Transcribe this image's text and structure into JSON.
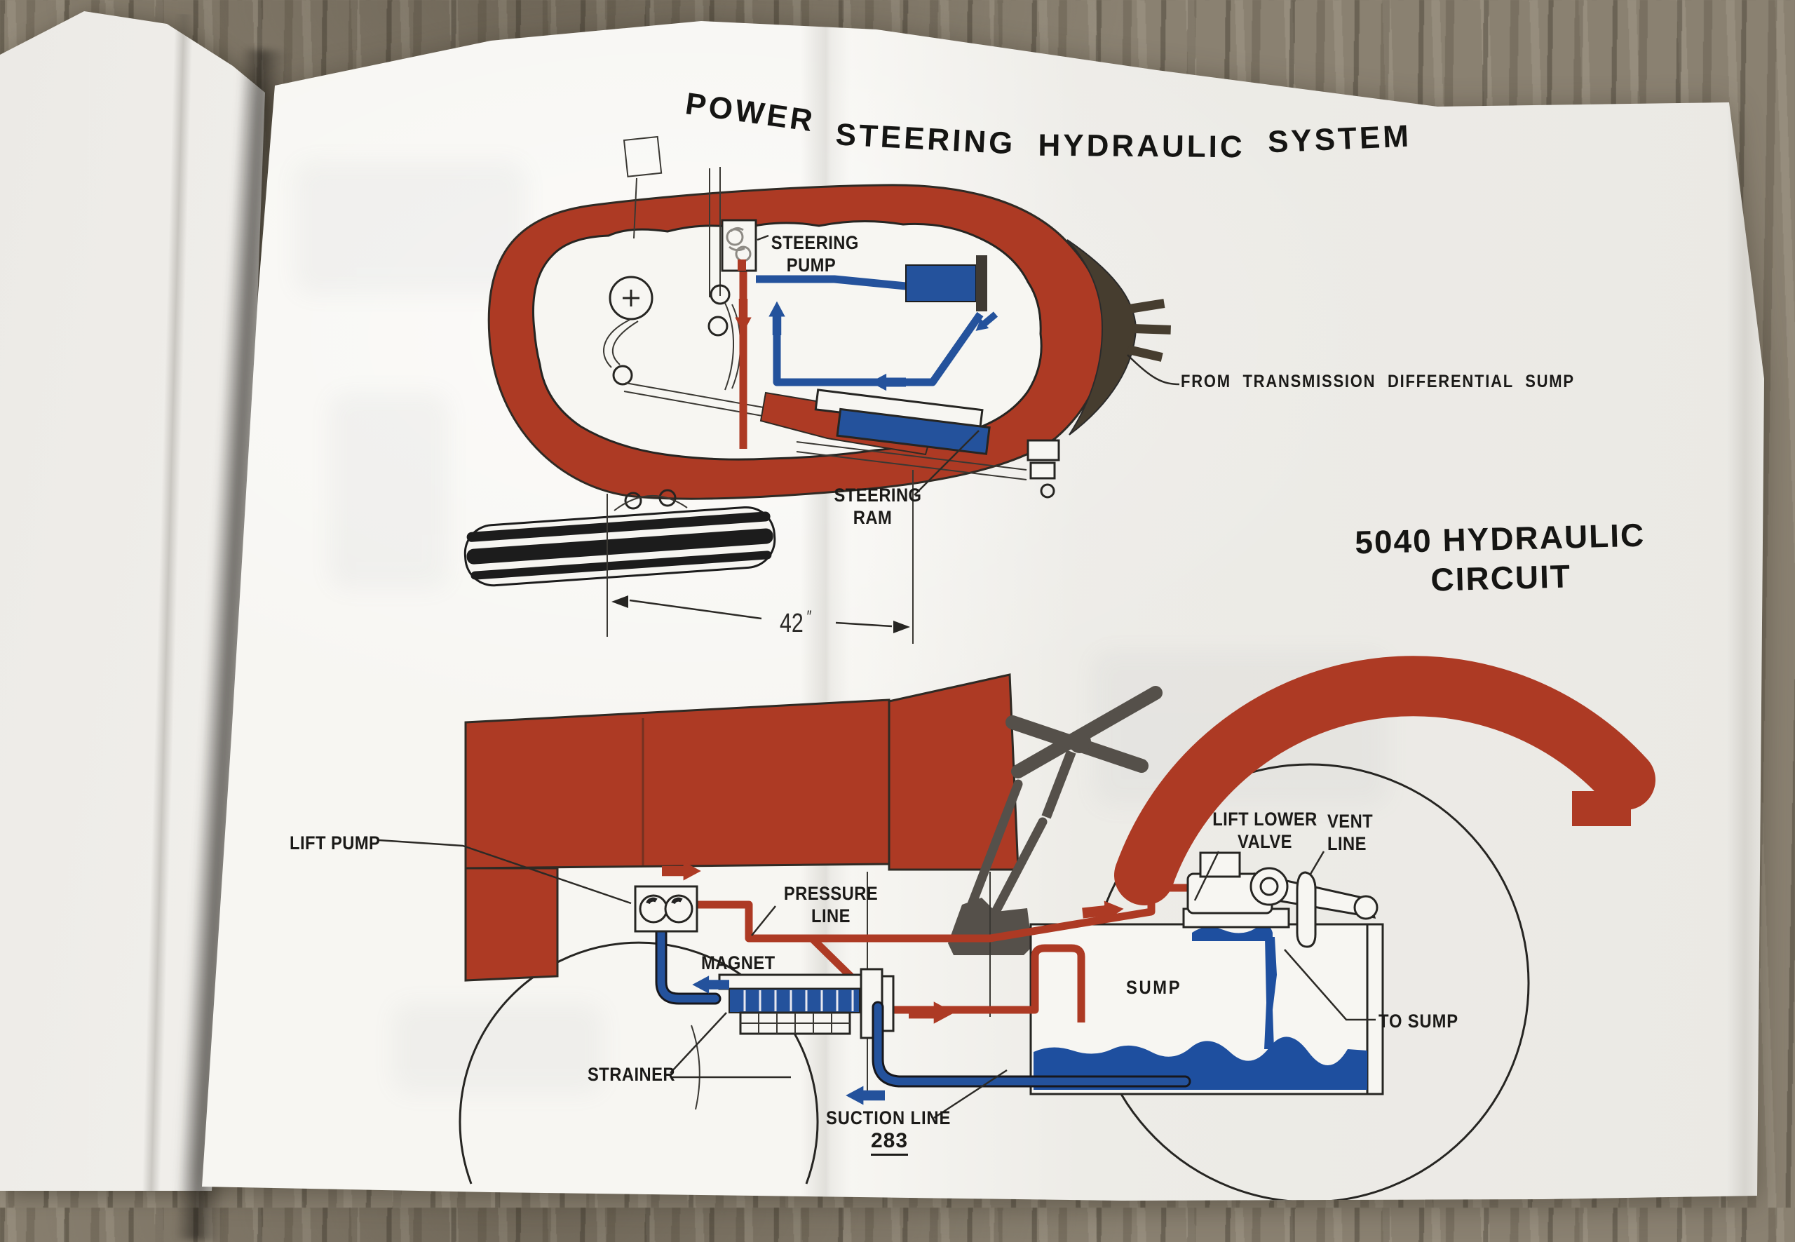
{
  "page_title": {
    "words": [
      "POWER",
      "STEERING",
      "HYDRAULIC",
      "SYSTEM"
    ]
  },
  "section_title": {
    "line1": "5040 HYDRAULIC",
    "line2": "CIRCUIT"
  },
  "top_diagram": {
    "labels": {
      "steering_pump": {
        "line1": "STEERING",
        "line2": "PUMP"
      },
      "from_transmission": "FROM TRANSMISSION DIFFERENTIAL SUMP",
      "steering_ram": {
        "line1": "STEERING",
        "line2": "RAM"
      },
      "dimension": {
        "value": "42",
        "unit": "″"
      }
    }
  },
  "bottom_diagram": {
    "labels": {
      "lift_pump": "LIFT PUMP",
      "pressure_line": {
        "line1": "PRESSURE",
        "line2": "LINE"
      },
      "magnet": "MAGNET",
      "strainer": "STRAINER",
      "suction_line": "SUCTION LINE",
      "sump": "SUMP",
      "to_sump": "TO SUMP",
      "lift_lower_valve": {
        "line1": "LIFT LOWER",
        "line2": "VALVE"
      },
      "vent_line": {
        "line1": "VENT",
        "line2": "LINE"
      }
    }
  },
  "page_number": "283",
  "colors": {
    "red": "#ad3a24",
    "blue": "#24529c",
    "fluid": "#1e4f9f",
    "line": "#262522",
    "page": "#f7f6f2",
    "wood": "#8a8171",
    "crescent": "#463d2f",
    "steel": "#55504a",
    "text": "#1b1a18"
  }
}
